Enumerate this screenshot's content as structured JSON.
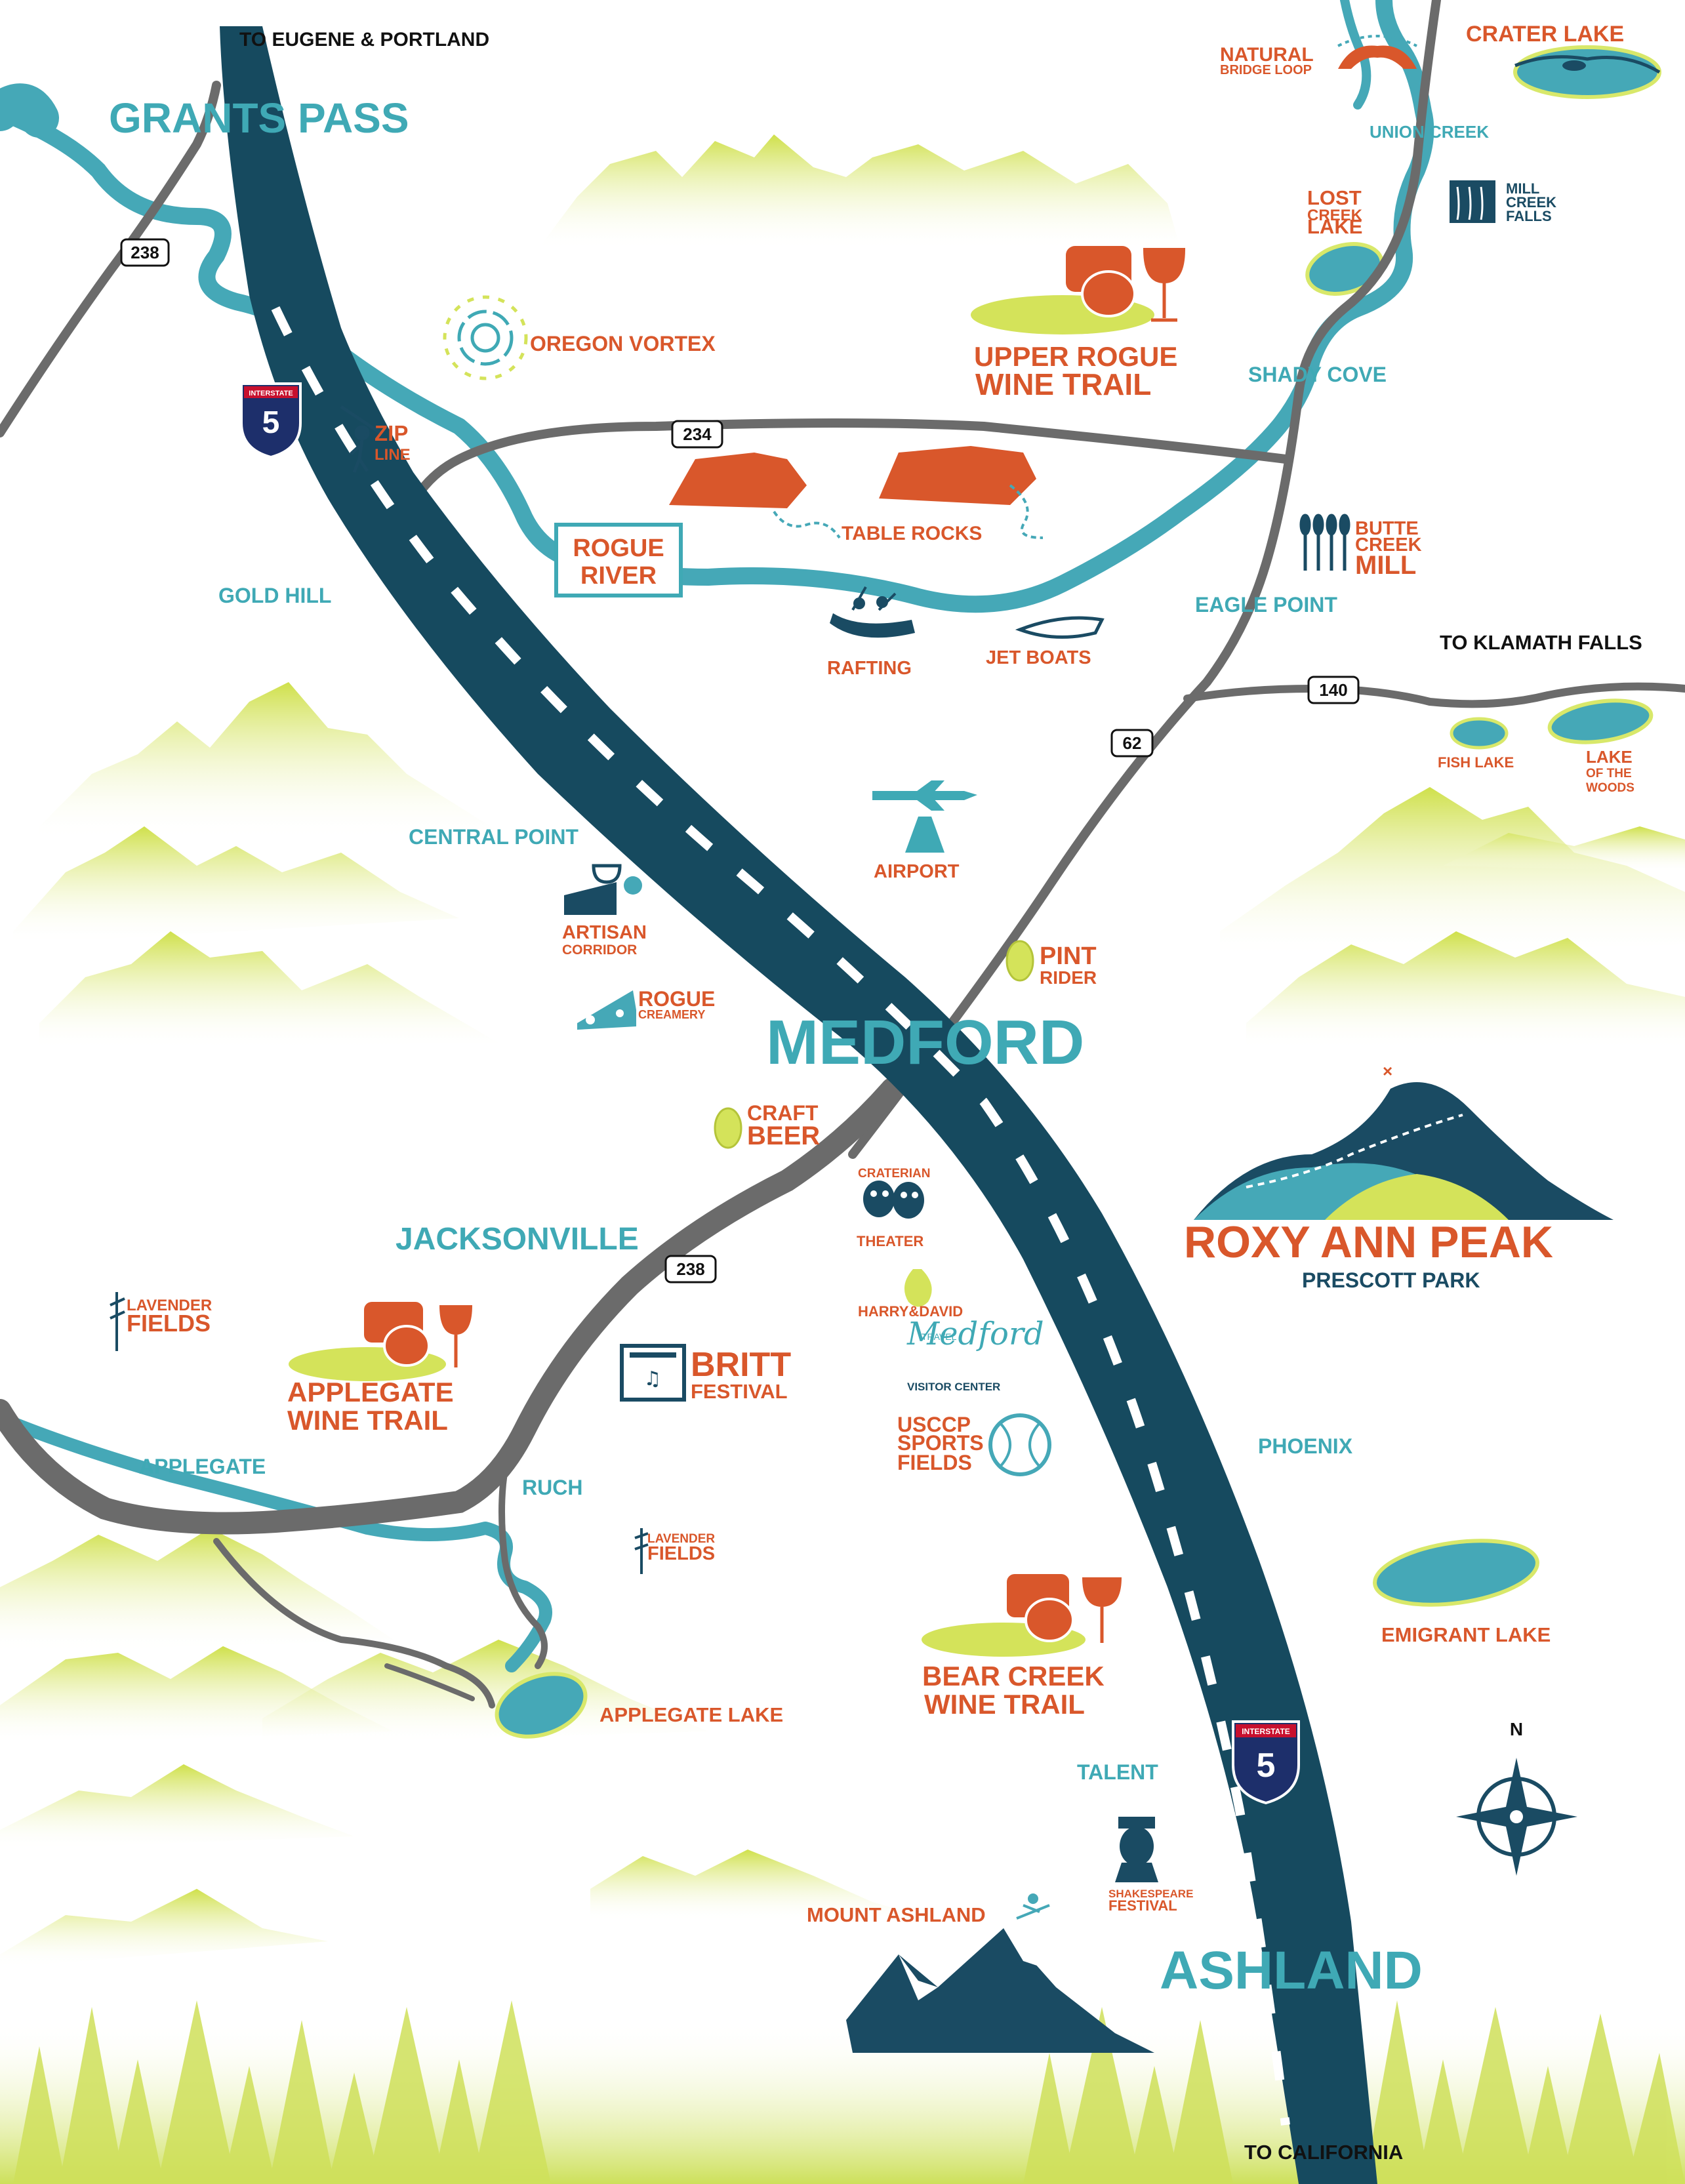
{
  "colors": {
    "interstate": "#164a5f",
    "river": "#45a8b7",
    "road": "#6b6b6b",
    "orange": "#d9572b",
    "teal_text": "#3fa9b5",
    "navy": "#1a4b63",
    "hills": "#d4e35a",
    "lake_fill": "#45a8b7",
    "lake_rim": "#d8e86a"
  },
  "directions": {
    "north_exit": "TO EUGENE & PORTLAND",
    "east_exit": "TO KLAMATH FALLS",
    "south_exit": "TO CALIFORNIA"
  },
  "cities": {
    "grants_pass": "GRANTS PASS",
    "medford": "MEDFORD",
    "ashland": "ASHLAND",
    "jacksonville": "JACKSONVILLE",
    "gold_hill": "GOLD HILL",
    "central_point": "CENTRAL POINT",
    "eagle_point": "EAGLE POINT",
    "shady_cove": "SHADY COVE",
    "union_creek": "UNION CREEK",
    "phoenix": "PHOENIX",
    "talent": "TALENT",
    "applegate": "APPLEGATE",
    "ruch": "RUCH"
  },
  "highways": {
    "hwy_238_nw": "238",
    "hwy_234": "234",
    "hwy_62": "62",
    "hwy_140": "140",
    "hwy_238_sw": "238",
    "i5_top": "INTERSTATE",
    "i5_num": "5"
  },
  "attractions": {
    "natural_bridge_l1": "NATURAL",
    "natural_bridge_l2": "BRIDGE LOOP",
    "crater_lake": "CRATER LAKE",
    "lost_creek_l1": "LOST",
    "lost_creek_l2": "CREEK",
    "lost_creek_l3": "LAKE",
    "mill_creek_l1": "MILL",
    "mill_creek_l2": "CREEK",
    "mill_creek_l3": "FALLS",
    "upper_rogue_l1": "UPPER ROGUE",
    "upper_rogue_l2": "WINE TRAIL",
    "oregon_vortex": "OREGON VORTEX",
    "zip_l1": "ZIP",
    "zip_l2": "LINE",
    "rogue_river_l1": "ROGUE",
    "rogue_river_l2": "RIVER",
    "table_rocks": "TABLE ROCKS",
    "butte_l1": "BUTTE",
    "butte_l2": "CREEK",
    "butte_l3": "MILL",
    "rafting": "RAFTING",
    "jet_boats": "JET BOATS",
    "fish_lake": "FISH LAKE",
    "lake_woods_l1": "LAKE",
    "lake_woods_l2": "OF THE",
    "lake_woods_l3": "WOODS",
    "airport": "AIRPORT",
    "artisan_l1": "ARTISAN",
    "artisan_l2": "CORRIDOR",
    "pint_l1": "PINT",
    "pint_l2": "RIDER",
    "rogue_creamery_l1": "ROGUE",
    "rogue_creamery_l2": "CREAMERY",
    "craft_l1": "CRAFT",
    "craft_l2": "BEER",
    "craterian_l1": "CRATERIAN",
    "craterian_l2": "THEATER",
    "roxy": "ROXY ANN PEAK",
    "prescott": "PRESCOTT PARK",
    "lavender1_l1": "LAVENDER",
    "lavender1_l2": "FIELDS",
    "applegate_wine_l1": "APPLEGATE",
    "applegate_wine_l2": "WINE TRAIL",
    "britt_l1": "BRITT",
    "britt_l2": "FESTIVAL",
    "harry_david": "HARRY&DAVID",
    "travel": "TRAVEL",
    "medford_script": "Medford",
    "visitor_center": "VISITOR CENTER",
    "usccp_l1": "USCCP",
    "usccp_l2": "SPORTS",
    "usccp_l3": "FIELDS",
    "lavender2_l1": "LAVENDER",
    "lavender2_l2": "FIELDS",
    "emigrant_lake": "EMIGRANT LAKE",
    "applegate_lake": "APPLEGATE LAKE",
    "bear_creek_l1": "BEAR CREEK",
    "bear_creek_l2": "WINE TRAIL",
    "shakespeare_l1": "SHAKESPEARE",
    "shakespeare_l2": "FESTIVAL",
    "mount_ashland": "MOUNT ASHLAND"
  },
  "compass": {
    "north": "N"
  }
}
